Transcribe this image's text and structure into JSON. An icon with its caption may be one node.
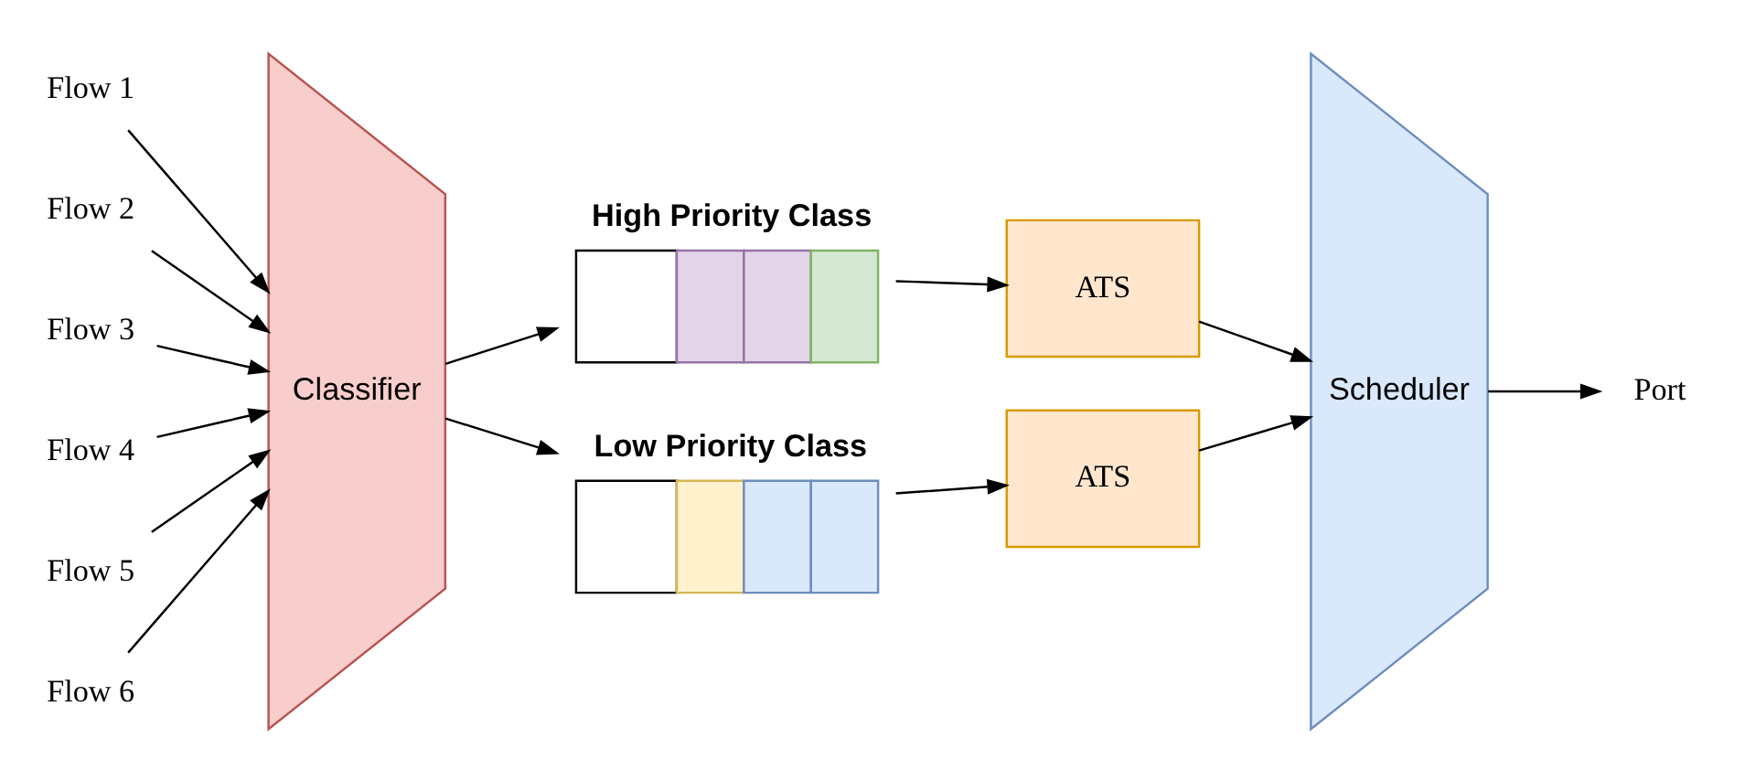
{
  "diagram": {
    "nodes": [
      {
        "text": [
          "Flow 1"
        ]
      },
      {
        "text": [
          "Flow 2"
        ]
      },
      {
        "text": [
          "Flow 3"
        ]
      },
      {
        "text": [
          "Flow 4"
        ]
      },
      {
        "text": [
          "Flow 5"
        ]
      },
      {
        "text": [
          "Flow 6"
        ]
      },
      {
        "text": [
          "Classifier"
        ]
      },
      {
        "text": [
          "High Priority Class"
        ]
      },
      {
        "text": [
          "Low Priority Class"
        ]
      },
      {
        "text": [
          "ATS"
        ]
      },
      {
        "text": [
          "ATS"
        ]
      },
      {
        "text": [
          "Scheduler"
        ]
      },
      {
        "text": [
          "Port"
        ]
      }
    ],
    "edges": [
      {
        "from": 0,
        "to": 6,
        "arrow": "to"
      },
      {
        "from": 1,
        "to": 6,
        "arrow": "to"
      },
      {
        "from": 2,
        "to": 6,
        "arrow": "to"
      },
      {
        "from": 3,
        "to": 6,
        "arrow": "to"
      },
      {
        "from": 4,
        "to": 6,
        "arrow": "to"
      },
      {
        "from": 5,
        "to": 6,
        "arrow": "to"
      },
      {
        "from": 6,
        "to": 7,
        "arrow": "to"
      },
      {
        "from": 6,
        "to": 8,
        "arrow": "to"
      },
      {
        "from": 7,
        "to": 9,
        "arrow": "to"
      },
      {
        "from": 8,
        "to": 10,
        "arrow": "to"
      },
      {
        "from": 9,
        "to": 11,
        "arrow": "to"
      },
      {
        "from": 10,
        "to": 11,
        "arrow": "to"
      },
      {
        "from": 11,
        "to": 12,
        "arrow": "to"
      }
    ]
  }
}
